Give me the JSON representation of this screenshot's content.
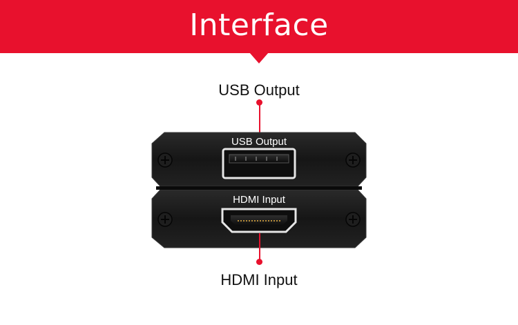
{
  "banner": {
    "title": "Interface",
    "color": "#e8112d"
  },
  "callouts": {
    "usb_output": "USB Output",
    "hdmi_input": "HDMI Input"
  },
  "device": {
    "usb_port_label": "USB Output",
    "hdmi_port_label": "HDMI Input",
    "body_color": "#1a1a1a"
  }
}
